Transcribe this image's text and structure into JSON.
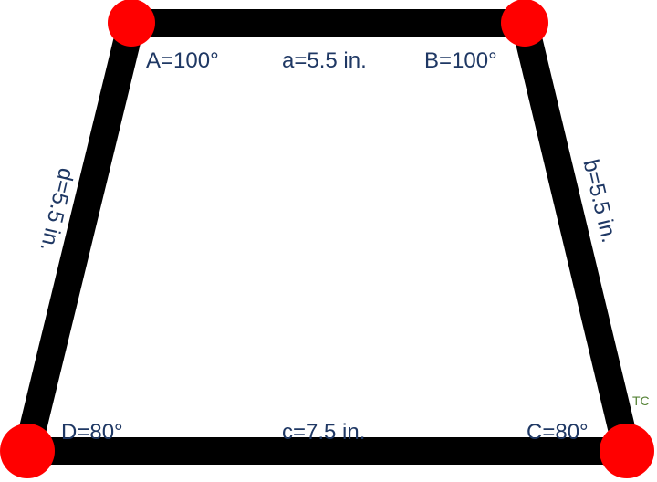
{
  "diagram": {
    "shape": "trapezoid",
    "colors": {
      "edge": "#000000",
      "vertex": "#ff0000",
      "label": "#1f3864",
      "watermark": "#548235"
    },
    "angle_labels": {
      "A": "A=100°",
      "B": "B=100°",
      "C": "C=80°",
      "D": "D=80°"
    },
    "side_labels": {
      "a": "a=5.5 in.",
      "b": "b=5.5 in.",
      "c": "c=7.5 in.",
      "d": "d=5.5 in."
    },
    "watermark": "TC"
  }
}
